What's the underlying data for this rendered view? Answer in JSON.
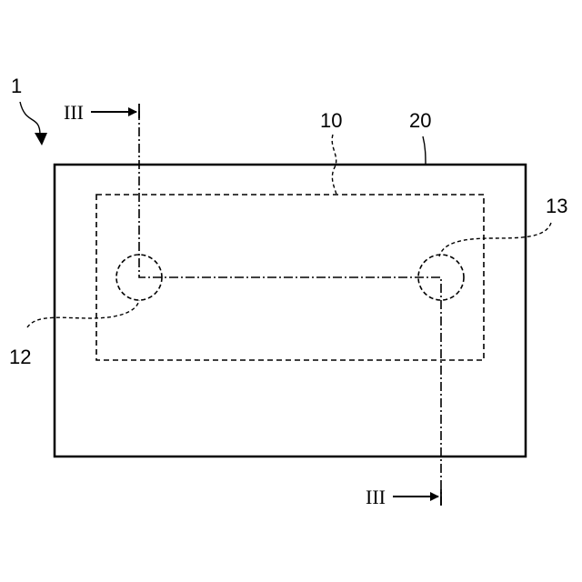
{
  "labels": {
    "assembly": "1",
    "inner_part": "10",
    "outer_part": "20",
    "left_circle": "12",
    "right_circle": "13",
    "section_top": "III",
    "section_bottom": "III"
  },
  "colors": {
    "line": "#000000",
    "background": "#ffffff"
  }
}
